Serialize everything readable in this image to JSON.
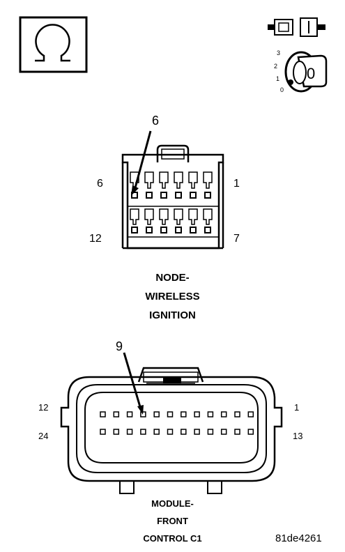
{
  "ohmmeter": {
    "symbol": "Ω"
  },
  "ignition": {
    "positions": [
      "3",
      "2",
      "1",
      "0"
    ],
    "key_label": "0"
  },
  "node_wireless_ignition": {
    "callout_pin": "6",
    "pin_left_top": "6",
    "pin_right_top": "1",
    "pin_left_bottom": "12",
    "pin_right_bottom": "7",
    "caption": [
      "NODE-",
      "WIRELESS",
      "IGNITION"
    ]
  },
  "module_front_control": {
    "callout_pin": "9",
    "pin_left_top": "12",
    "pin_right_top": "1",
    "pin_left_bottom": "24",
    "pin_right_bottom": "13",
    "caption": [
      "MODULE-",
      "FRONT",
      "CONTROL C1"
    ]
  },
  "figure_id": "81de4261"
}
